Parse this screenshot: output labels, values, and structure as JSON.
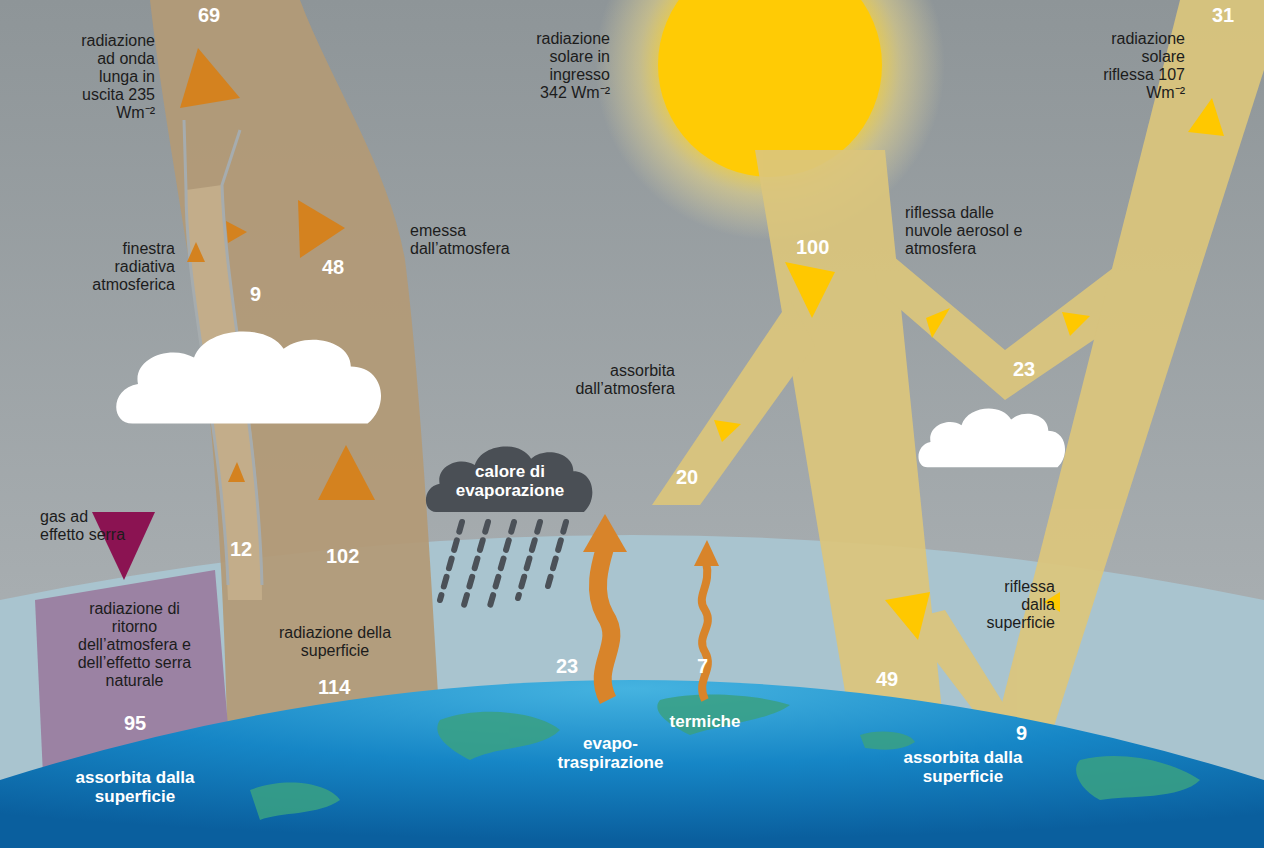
{
  "diagram": {
    "nodes": [
      {
        "text": [
          "calore di evaporazione"
        ]
      }
    ],
    "labels": [
      "69",
      "radiazione ad onda lunga in uscita 235 Wm⁻²",
      "finestra radiativa atmosferica",
      "9",
      "48",
      "emessa dall’atmosfera",
      "gas ad effetto serra",
      "12",
      "102",
      "radiazione di ritorno dell’atmosfera e dell’effetto serra naturale",
      "95",
      "radiazione della superficie",
      "114",
      "assorbita dalla superficie",
      "radiazione solare in ingresso 342 Wm⁻²",
      "assorbita dall’atmosfera",
      "20",
      "23",
      "evapo- traspirazione",
      "7",
      "termiche",
      "100",
      "radiazione solare riflessa 107 Wm⁻²",
      "31",
      "riflessa dalle nuvole aerosol e atmosfera",
      "23",
      "riflessa dalla superficie",
      "49",
      "9",
      "assorbita dalla superficie"
    ]
  }
}
